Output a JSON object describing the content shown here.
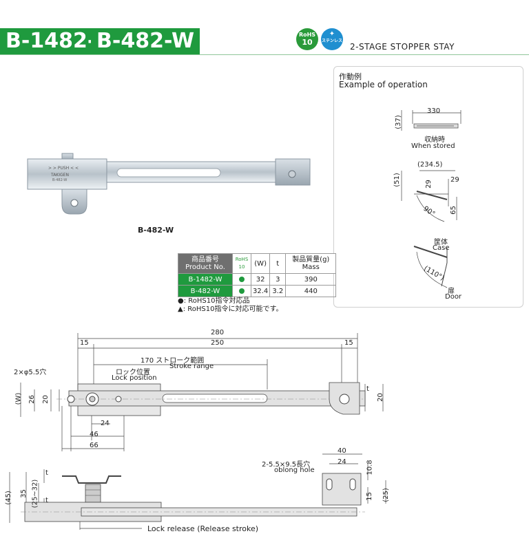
{
  "header": {
    "model_1": "B-1482-W",
    "model_2": "B-482-W",
    "rohs_badge_top": "RoHS",
    "rohs_badge_num": "10",
    "stainless_badge": "ステンレス",
    "subtitle": "2-STAGE STOPPER STAY"
  },
  "photo": {
    "caption": "B-482-W",
    "label_push": "> > PUSH < <",
    "label_brand": "TAKIGEN",
    "label_model": "B-482-W"
  },
  "operation": {
    "title_jp": "作動例",
    "title_en": "Example of operation",
    "stored": {
      "dim_width": "330",
      "dim_height": "(37)",
      "label_jp": "収納時",
      "label_en": "When stored"
    },
    "open": {
      "dim_width": "(234.5)",
      "dim_height": "(51)",
      "dim_a": "29",
      "dim_b": "29",
      "dim_c": "65",
      "angle": "90°"
    },
    "door": {
      "case_jp": "筐体",
      "case_en": "Case",
      "angle": "(110°)",
      "door_jp": "扉",
      "door_en": "Door"
    }
  },
  "spec_table": {
    "headers": {
      "product_jp": "商品番号",
      "product_en": "Product No.",
      "rohs_top": "RoHS",
      "rohs_num": "10",
      "w": "(W)",
      "t": "t",
      "mass_jp": "製品質量(g)",
      "mass_en": "Mass"
    },
    "rows": [
      {
        "product": "B-1482-W",
        "w": "32",
        "t": "3",
        "mass": "390"
      },
      {
        "product": "B-482-W",
        "w": "32.4",
        "t": "3.2",
        "mass": "440"
      }
    ]
  },
  "notes": {
    "note_1": "●: RoHS10指令対応品",
    "note_2": "▲: RoHS10指令に対応可能です。"
  },
  "drawing": {
    "d280": "280",
    "d15_left": "15",
    "d250": "250",
    "d15_right": "15",
    "hole_label": "2×φ5.5穴",
    "stroke_jp": "170 ストローク範囲",
    "stroke_en": "Stroke range",
    "lock_jp": "ロック位置",
    "lock_en": "Lock position",
    "dW": "(W)",
    "d26": "26",
    "d20_left": "20",
    "dt": "t",
    "d20_right": "20",
    "d24": "24",
    "d46": "46",
    "d66": "66",
    "d40": "40",
    "d24_b": "24",
    "d10_8": "10.8",
    "oblong_jp": "2-5.5×9.5長穴",
    "oblong_en": "oblong hole",
    "d45": "(45)",
    "d35": "35",
    "d25_32": "(25~32)",
    "dt2": "t",
    "dt3": "t",
    "d15_side": "15",
    "d25": "(25)",
    "release": "Lock release (Release stroke)"
  },
  "colors": {
    "brand_green": "#1f9a3e",
    "table_header": "#6f6f6f",
    "line": "#444444"
  }
}
